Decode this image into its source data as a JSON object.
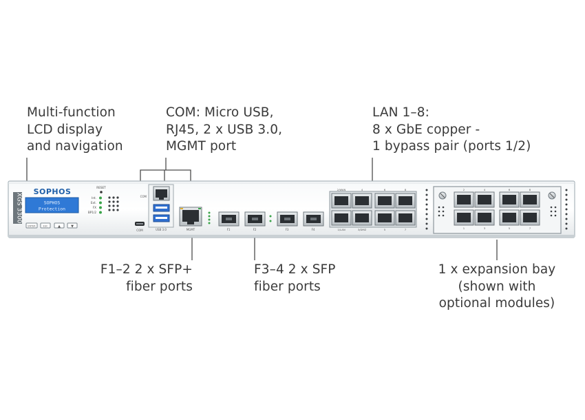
{
  "callouts": {
    "lcd": [
      "Multi-function",
      "LCD display",
      "and navigation"
    ],
    "com": [
      "COM: Micro USB,",
      "RJ45, 2 x USB 3.0,",
      "MGMT port"
    ],
    "lan": [
      "LAN 1–8:",
      "8 x GbE copper -",
      "1 bypass pair (ports 1/2)"
    ],
    "sfp_plus": [
      "F1–2  2 x SFP+",
      "fiber ports"
    ],
    "sfp": [
      "F3–4  2 x SFP",
      "fiber ports"
    ],
    "expansion": [
      "1 x expansion bay",
      "(shown with",
      "optional modules)"
    ]
  },
  "device": {
    "model": "XGS 3300",
    "brand": "SOPHOS",
    "lcd_lines": [
      "SOPHOS",
      "Protection"
    ],
    "reset_label": "RESET",
    "status_leds": [
      "Int.",
      "Ext.",
      "FX",
      "BP1/2"
    ],
    "buttons": [
      "ENTER",
      "ESC",
      "▲",
      "▼"
    ],
    "port_labels": {
      "com": "COM",
      "com_usb": "COM",
      "usb": "USB 3.0",
      "mgmt": "MGMT",
      "f1": "F1",
      "f2": "F2",
      "f3": "F3",
      "f4": "F4",
      "lan_top": [
        "2/WAN",
        "4",
        "6",
        "8"
      ],
      "lan_bottom": [
        "1/LAN",
        "3/DMZ",
        "5",
        "7"
      ],
      "exp_top": [
        "2",
        "4",
        "6",
        "8"
      ],
      "exp_bottom": [
        "1",
        "3",
        "5",
        "7"
      ]
    }
  }
}
